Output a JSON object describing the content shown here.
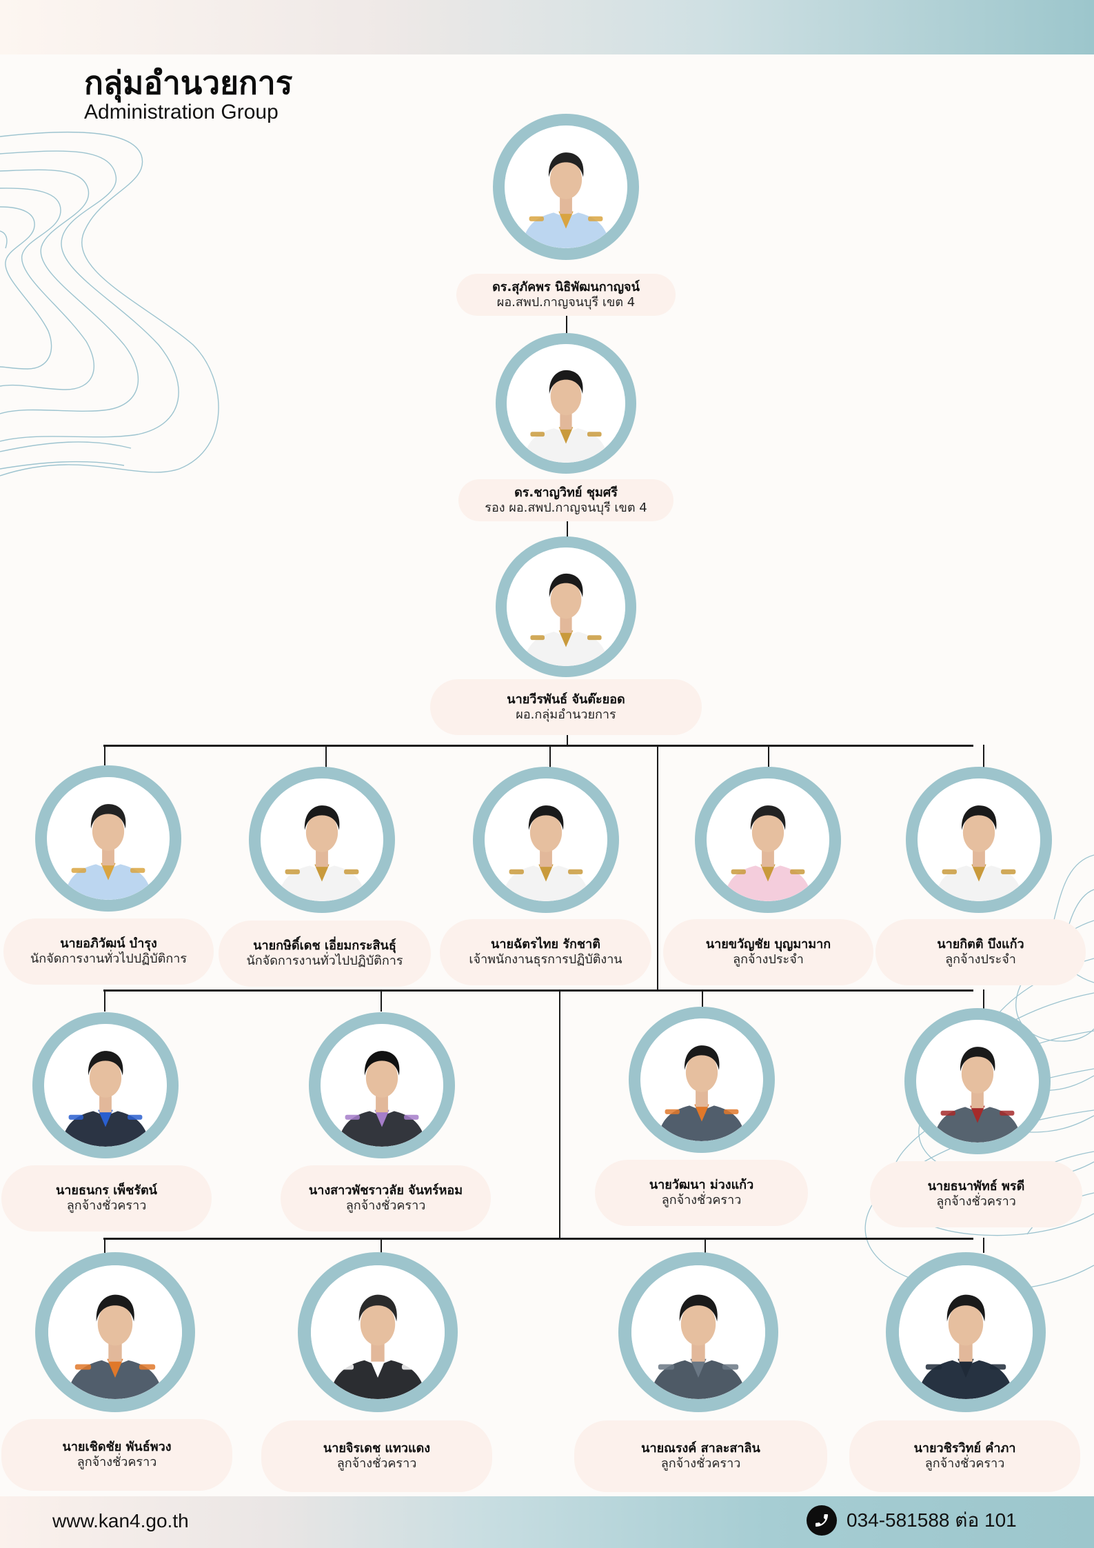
{
  "header": {
    "title_th": "กลุ่มอำนวยการ",
    "title_en": "Administration Group"
  },
  "colors": {
    "ring": "#9dc4cc",
    "pill": "#fcf1ec",
    "band_start": "#fdf6f1",
    "band_end": "#9cc6cc",
    "connector": "#1a1a1a",
    "contour": "#9cc3cf"
  },
  "people": [
    {
      "name": "ดร.สุภัคพร นิธิพัฒนกาญจน์",
      "role": "ผอ.สพป.กาญจนบุรี เขต 4",
      "attire": "uniform-lightblue"
    },
    {
      "name": "ดร.ชาญวิทย์  ชุมศรี",
      "role": "รอง ผอ.สพป.กาญจนบุรี เขต 4",
      "attire": "uniform-white"
    },
    {
      "name": "นายวีรพันธ์ จันต๊ะยอด",
      "role": "ผอ.กลุ่มอำนวยการ",
      "attire": "uniform-white"
    },
    {
      "name": "นายอภิวัฒน์ บำรุง",
      "role": "นักจัดการงานทั่วไปปฏิบัติการ",
      "attire": "uniform-lightblue"
    },
    {
      "name": "นายกษิดิ์เดช เอี่ยมกระสินธุ์",
      "role": "นักจัดการงานทั่วไปปฏิบัติการ",
      "attire": "uniform-white"
    },
    {
      "name": "นายฉัตรไทย รักชาติ",
      "role": "เจ้าพนักงานธุรการปฏิบัติงาน",
      "attire": "uniform-white"
    },
    {
      "name": "นายขวัญชัย บุญมามาก",
      "role": "ลูกจ้างประจำ",
      "attire": "uniform-pink"
    },
    {
      "name": "นายกิตติ บึงแก้ว",
      "role": "ลูกจ้างประจำ",
      "attire": "uniform-white"
    },
    {
      "name": "นายธนกร เพ็ชรัตน์",
      "role": "ลูกจ้างชั่วคราว",
      "attire": "suit-navy"
    },
    {
      "name": "นางสาวพัชราวลัย จันทร์หอม",
      "role": "ลูกจ้างชั่วคราว",
      "attire": "suit-dark-purple"
    },
    {
      "name": "นายวัฒนา ม่วงแก้ว",
      "role": "ลูกจ้างชั่วคราว",
      "attire": "jacket-slate-orange"
    },
    {
      "name": "นายธนาพัทธ์ พรดี",
      "role": "ลูกจ้างชั่วคราว",
      "attire": "jacket-slate-red"
    },
    {
      "name": "นายเชิดชัย พันธ์พวง",
      "role": "ลูกจ้างชั่วคราว",
      "attire": "jacket-slate-orange"
    },
    {
      "name": "นายจิรเดช  แทวแดง",
      "role": "ลูกจ้างชั่วคราว",
      "attire": "suit-black"
    },
    {
      "name": "นายณรงค์ สาละสาลิน",
      "role": "ลูกจ้างชั่วคราว",
      "attire": "jacket-slate"
    },
    {
      "name": "นายวชิรวิทย์  คำภา",
      "role": "ลูกจ้างชั่วคราว",
      "attire": "shirt-navy"
    }
  ],
  "footer": {
    "website": "www.kan4.go.th",
    "phone_icon": "phone-icon",
    "phone": "034-581588  ต่อ 101"
  }
}
